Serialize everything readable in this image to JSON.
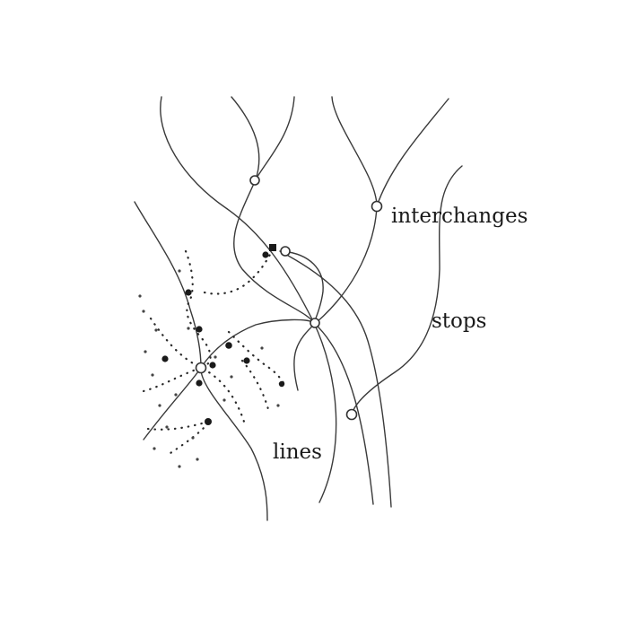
{
  "labels": {
    "interchanges": "interchanges",
    "stops": "stops",
    "lines": "lines"
  },
  "colors": {
    "ink": "#333333",
    "background": "#ffffff"
  }
}
